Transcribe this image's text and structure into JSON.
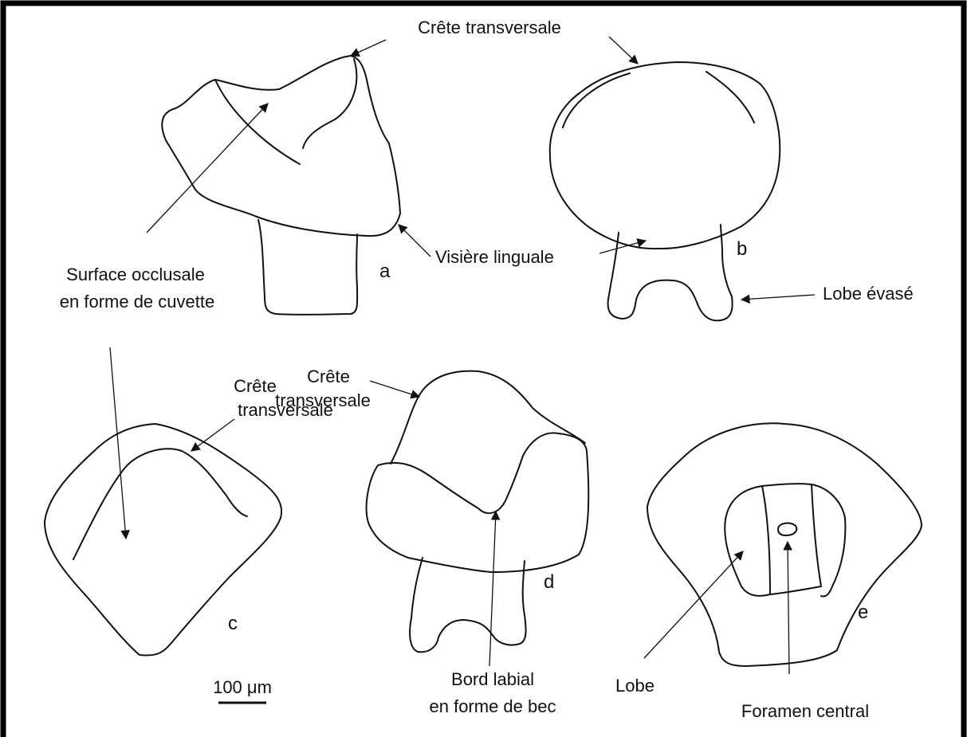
{
  "labels": {
    "crete_transversale_top": "Crête transversale",
    "visiere_linguale": "Visière linguale",
    "lobe_evase": "Lobe évasé",
    "surface_occlusale_1": "Surface occlusale",
    "surface_occlusale_2": "en forme de cuvette",
    "crete_d_1": "Crête",
    "crete_d_2": "transversale",
    "crete_c_1": "Crête",
    "crete_c_2": "transversale",
    "bord_labial_1": "Bord labial",
    "bord_labial_2": "en forme de bec",
    "lobe": "Lobe",
    "foramen_central": "Foramen central"
  },
  "panels": {
    "a": "a",
    "b": "b",
    "c": "c",
    "d": "d",
    "e": "e"
  },
  "scale_bar": {
    "label": "100 μm"
  },
  "colors": {
    "ink": "#111111",
    "background": "#ffffff"
  }
}
